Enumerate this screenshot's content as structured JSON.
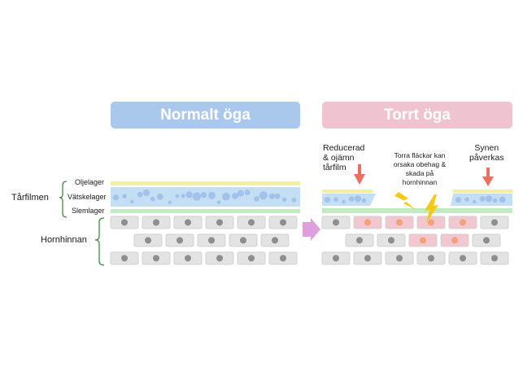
{
  "panels": {
    "normal": {
      "title": "Normalt öga",
      "color": "#a9c8ec"
    },
    "dry": {
      "title": "Torrt öga",
      "color": "#f0c3d0"
    }
  },
  "labels": {
    "tear_film": "Tårfilmen",
    "lipid_layer": "Oljelager",
    "aqueous_layer": "Vätskelager",
    "mucus_layer": "Slemlager",
    "cornea": "Hornhinnan"
  },
  "annotations": {
    "reduced": [
      "Reducerad",
      "& ojämn",
      "tårfilm"
    ],
    "dry_spots": [
      "Torra fläckar kan",
      "orsaka obehag &",
      "skada på",
      "hornhinnan"
    ],
    "vision": [
      "Synen",
      "påverkas"
    ]
  },
  "colors": {
    "lipid": "#f3ef9a",
    "aqueous": "#c4dff3",
    "mucus": "#c3ebc3",
    "cell_border": "#d0d0d0",
    "cell_fill": "#e3e3e3",
    "cell_nucleus": "#8e8e8e",
    "damaged_cell": "#f2c7cf",
    "damaged_nucleus": "#f2a27b",
    "arrow": "#ea6f5e",
    "bracket": "#3e8e3e",
    "lightning": "#f6c915",
    "transition_arrow": "#dda0dc"
  }
}
